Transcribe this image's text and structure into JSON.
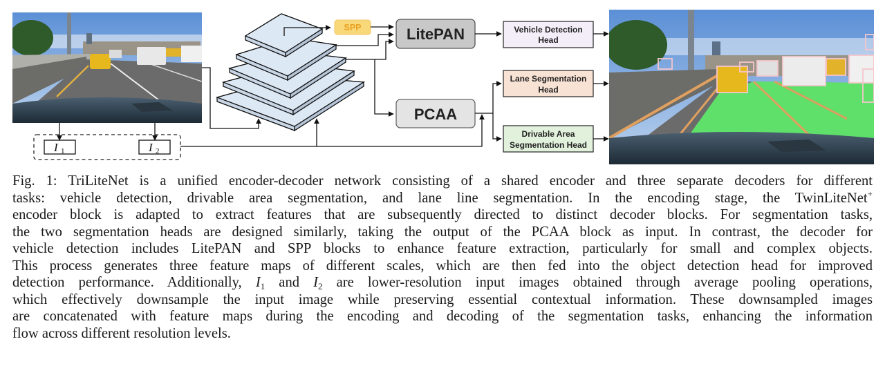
{
  "figure": {
    "input_image": {
      "label": "input-driving-scene"
    },
    "output_image": {
      "label": "output-driving-scene-with-predictions"
    },
    "downsampled_inputs": [
      {
        "symbol": "I",
        "subscript": "1"
      },
      {
        "symbol": "I",
        "subscript": "2"
      }
    ],
    "blocks": {
      "spp": "SPP",
      "litepan": "LitePAN",
      "pcaa": "PCAA",
      "vehicle_head": [
        "Vehicle Detection",
        "Head"
      ],
      "lane_head": [
        "Lane Segmentation",
        "Head"
      ],
      "drivable_head": [
        "Drivable Area",
        "Segmentation Head"
      ]
    },
    "colors": {
      "spp_fill": "#f9d87a",
      "spp_text": "#e8a020",
      "litepan_fill": "#c8c8c8",
      "pcaa_fill": "#e4e4e4",
      "vehicle_head_fill": "#f4eef8",
      "lane_head_fill": "#f8e2d4",
      "drivable_head_fill": "#e2f1dc",
      "encoder_layer_fill": "#dde8f5",
      "drivable_area_overlay": "#5fe06a",
      "lane_overlay": "#e0a060",
      "bbox_color": "#f5c6cc"
    }
  },
  "caption": {
    "prefix": "Fig. 1:",
    "lines": [
      "Fig. 1: TriLiteNet is a unified encoder-decoder network consisting of a shared encoder and three separate decoders for different",
      "tasks: vehicle detection, drivable area segmentation, and lane line segmentation. In the encoding stage, the TwinLiteNet",
      "encoder block is adapted to extract features that are subsequently directed to distinct decoder blocks. For segmentation tasks,",
      "the two segmentation heads are designed similarly, taking the output of the PCAA block as input. In contrast, the decoder for",
      "vehicle detection includes LitePAN and SPP blocks to enhance feature extraction, particularly for small and complex objects.",
      "This process generates three feature maps of different scales, which are then fed into the object detection head for improved",
      "detection performance. Additionally, ",
      "which effectively downsample the input image while preserving essential contextual information. These downsampled images",
      "are concatenated with feature maps during the encoding and decoding of the segmentation tasks, enhancing the information",
      "flow across different resolution levels."
    ],
    "line2_sup": "+",
    "line7": {
      "before": "detection performance. Additionally, ",
      "i1": "I",
      "i1_sub": "1",
      "mid": " and ",
      "i2": "I",
      "i2_sub": "2",
      "after": " are lower-resolution input images obtained through average pooling operations,"
    }
  }
}
